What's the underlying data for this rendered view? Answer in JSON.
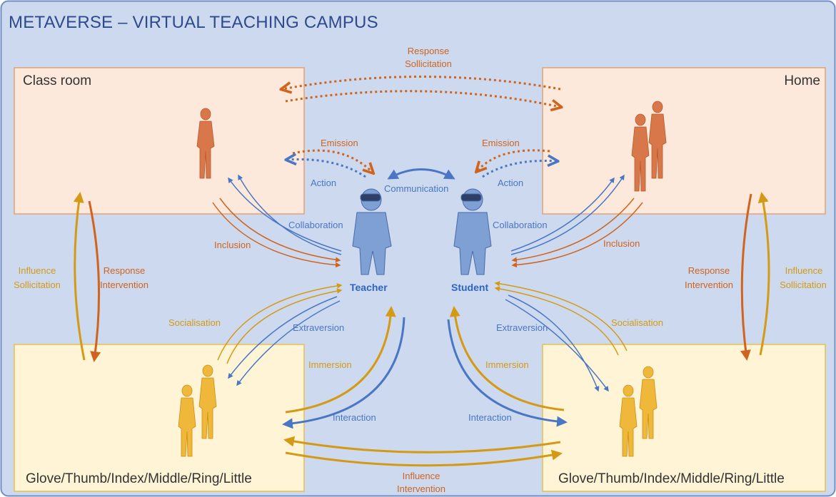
{
  "title": "METAVERSE – VIRTUAL TEACHING CAMPUS",
  "rooms": {
    "classroom": "Class room",
    "home": "Home",
    "bottom_left": "Glove/Thumb/Index/Middle/Ring/Little",
    "bottom_right": "Glove/Thumb/Index/Middle/Ring/Little"
  },
  "roles": {
    "teacher": "Teacher",
    "student": "Student"
  },
  "labels": {
    "response": "Response",
    "sollicitation": "Sollicitation",
    "emission_left": "Emission",
    "emission_right": "Emission",
    "action_left": "Action",
    "action_right": "Action",
    "communication": "Communication",
    "collaboration_left": "Collaboration",
    "collaboration_right": "Collaboration",
    "inclusion_left": "Inclusion",
    "inclusion_right": "Inclusion",
    "influence_left": "Influence",
    "sollicitation_left": "Sollicitation",
    "response_left": "Response",
    "intervention_left": "Intervention",
    "response_right": "Response",
    "intervention_right": "Intervention",
    "influence_right": "Influence",
    "sollicitation_right": "Sollicitation",
    "socialisation_left": "Socialisation",
    "socialisation_right": "Socialisation",
    "extraversion_left": "Extraversion",
    "extraversion_right": "Extraversion",
    "immersion_left": "Immersion",
    "immersion_right": "Immersion",
    "interaction_left": "Interaction",
    "interaction_right": "Interaction",
    "influence_bottom": "Influence",
    "intervention_bottom": "Intervention"
  },
  "colors": {
    "background": "#ccd9ee",
    "border": "#6f8fc6",
    "orange": "#d0641e",
    "blue": "#4a77c4",
    "gold": "#d49a16",
    "room_top_fill": "#fde9dc",
    "room_top_border": "#e0a27a",
    "room_bottom_fill": "#fff5d6",
    "room_bottom_border": "#e3bf55"
  },
  "icons": [
    "vr-teacher-avatar-icon",
    "vr-student-avatar-icon",
    "classroom-person-icon",
    "home-people-icon",
    "glove-people-icon"
  ]
}
